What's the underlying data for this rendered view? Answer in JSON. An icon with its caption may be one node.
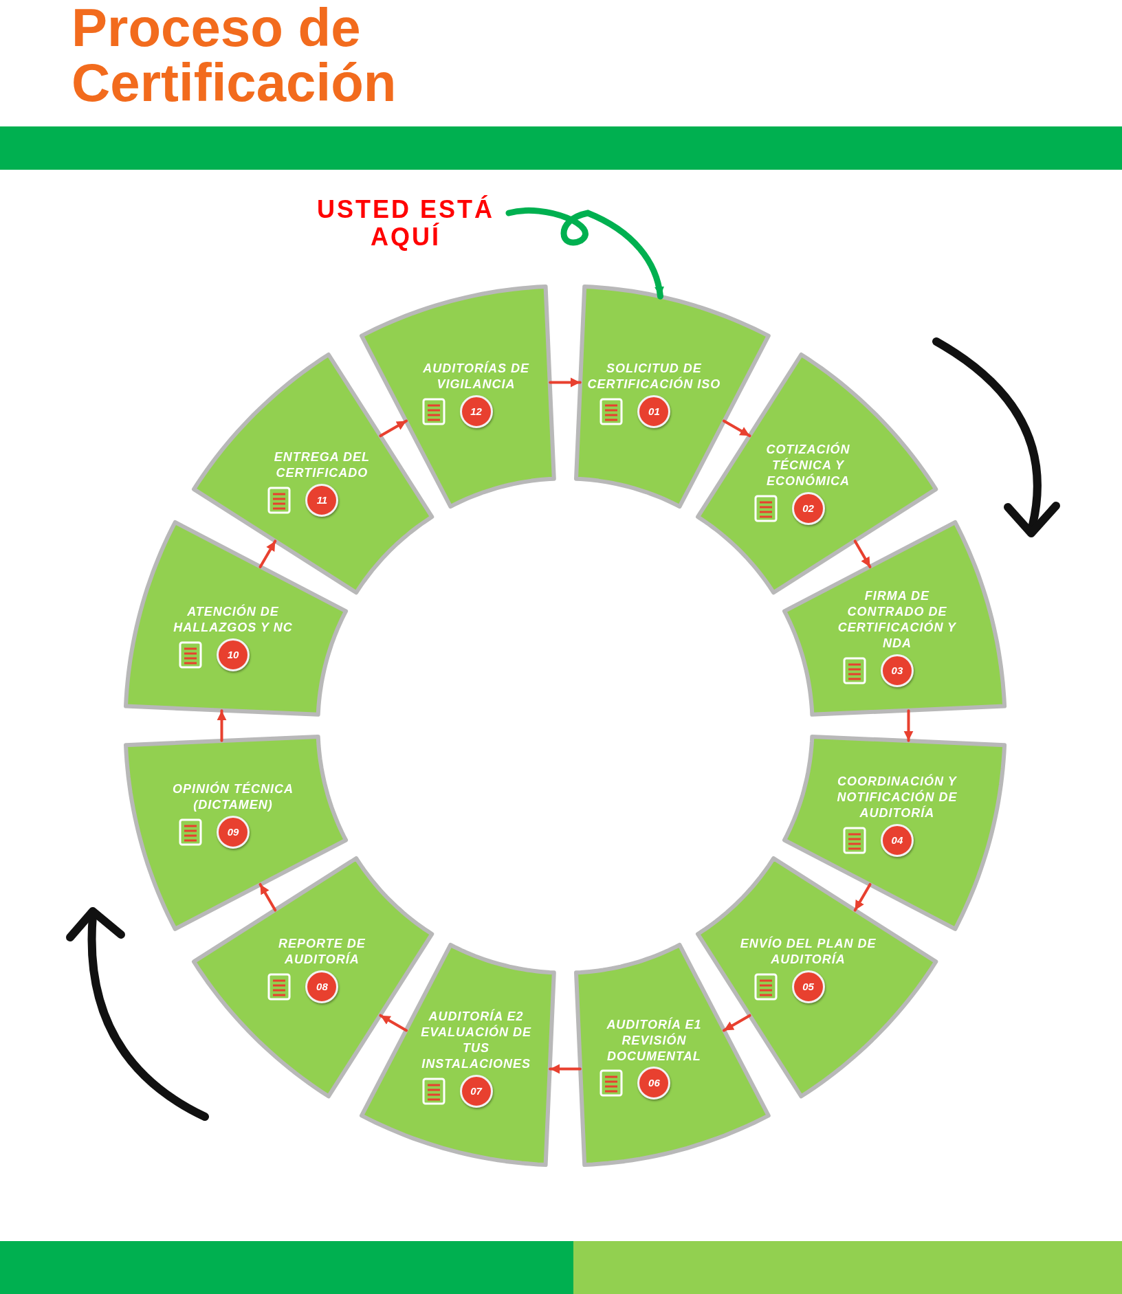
{
  "diagram": {
    "title": "Proceso de Certificación",
    "nodes": [
      {
        "text": [
          "USTED ESTÁ AQUÍ"
        ]
      },
      {
        "text": [
          "SOLICITUD DE CERTIFICACIÓN ISO",
          "01"
        ]
      },
      {
        "text": [
          "COTIZACIÓN TÉCNICA Y ECONÓMICA",
          "02"
        ]
      },
      {
        "text": [
          "FIRMA DE CONTRADO DE CERTIFICACIÓN Y NDA",
          "03"
        ]
      },
      {
        "text": [
          "COORDINACIÓN Y NOTIFICACIÓN DE AUDITORÍA",
          "04"
        ]
      },
      {
        "text": [
          "ENVÍO DEL PLAN DE AUDITORÍA",
          "05"
        ]
      },
      {
        "text": [
          "AUDITORÍA E1 REVISIÓN DOCUMENTAL",
          "06"
        ]
      },
      {
        "text": [
          "AUDITORÍA E2 EVALUACIÓN DE TUS INSTALACIONES",
          "07"
        ]
      },
      {
        "text": [
          "REPORTE DE AUDITORÍA",
          "08"
        ]
      },
      {
        "text": [
          "OPINIÓN TÉCNICA (DICTAMEN)",
          "09"
        ]
      },
      {
        "text": [
          "ATENCIÓN DE HALLAZGOS Y NC",
          "10"
        ]
      },
      {
        "text": [
          "ENTREGA DEL CERTIFICADO",
          "11"
        ]
      },
      {
        "text": [
          "AUDITORÍAS DE VIGILANCIA",
          "12"
        ]
      }
    ],
    "edges": [
      {
        "from": 0,
        "to": 1,
        "arrow": "to",
        "style": "thick",
        "color": "#00b050"
      },
      {
        "from": 1,
        "to": 2,
        "arrow": "to"
      },
      {
        "from": 2,
        "to": 3,
        "arrow": "to"
      },
      {
        "from": 3,
        "to": 4,
        "arrow": "to"
      },
      {
        "from": 4,
        "to": 5,
        "arrow": "to"
      },
      {
        "from": 5,
        "to": 6,
        "arrow": "to"
      },
      {
        "from": 6,
        "to": 7,
        "arrow": "to"
      },
      {
        "from": 7,
        "to": 8,
        "arrow": "to"
      },
      {
        "from": 8,
        "to": 9,
        "arrow": "to"
      },
      {
        "from": 9,
        "to": 10,
        "arrow": "to"
      },
      {
        "from": 10,
        "to": 11,
        "arrow": "to"
      },
      {
        "from": 11,
        "to": 12,
        "arrow": "to"
      },
      {
        "from": 12,
        "to": 1,
        "arrow": "to"
      }
    ]
  }
}
